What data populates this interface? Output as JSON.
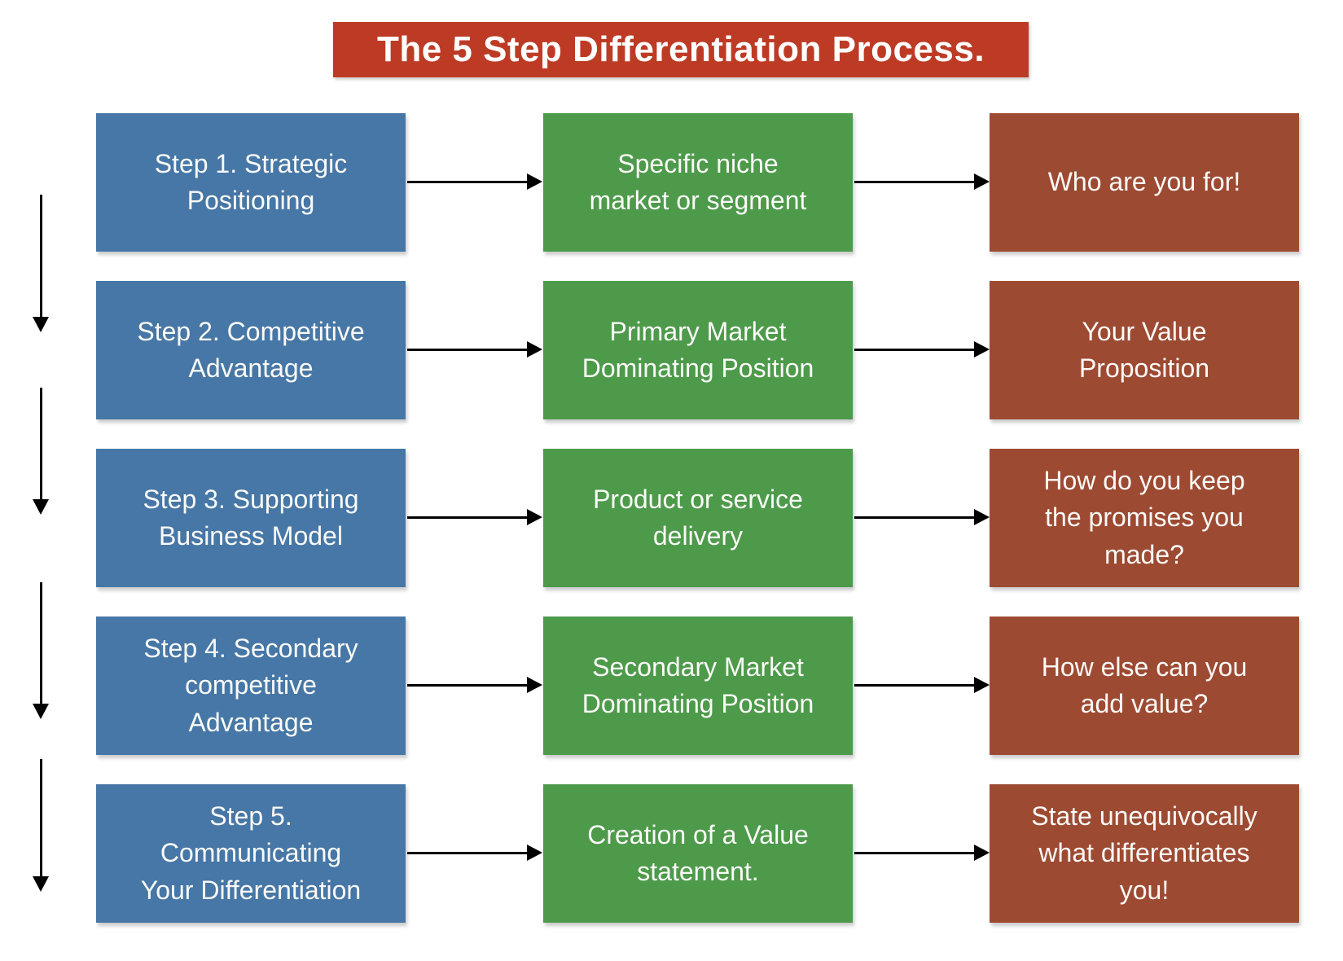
{
  "title": {
    "text": "The 5 Step Differentiation Process."
  },
  "colors": {
    "banner_red": "#bd3b25",
    "step_blue": "#4677a6",
    "middle_green": "#4d9a4b",
    "result_red": "#9d4a33",
    "arrow_black": "#000000",
    "text_white": "#fbfaf7"
  },
  "rows": [
    {
      "step": "Step 1. Strategic\nPositioning",
      "middle": "Specific niche\nmarket or segment",
      "result": "Who are you for!"
    },
    {
      "step": "Step 2. Competitive\nAdvantage",
      "middle": "Primary Market\nDominating Position",
      "result": "Your Value\nProposition"
    },
    {
      "step": "Step 3. Supporting\nBusiness Model",
      "middle": "Product or service\ndelivery",
      "result": "How do you keep\nthe promises you\nmade?"
    },
    {
      "step": "Step 4. Secondary\ncompetitive\nAdvantage",
      "middle": "Secondary Market\nDominating Position",
      "result": "How else can you\nadd value?"
    },
    {
      "step": "Step 5.\nCommunicating\nYour Differentiation",
      "middle": "Creation of a Value\nstatement.",
      "result": "State unequivocally\nwhat differentiates\nyou!"
    }
  ]
}
